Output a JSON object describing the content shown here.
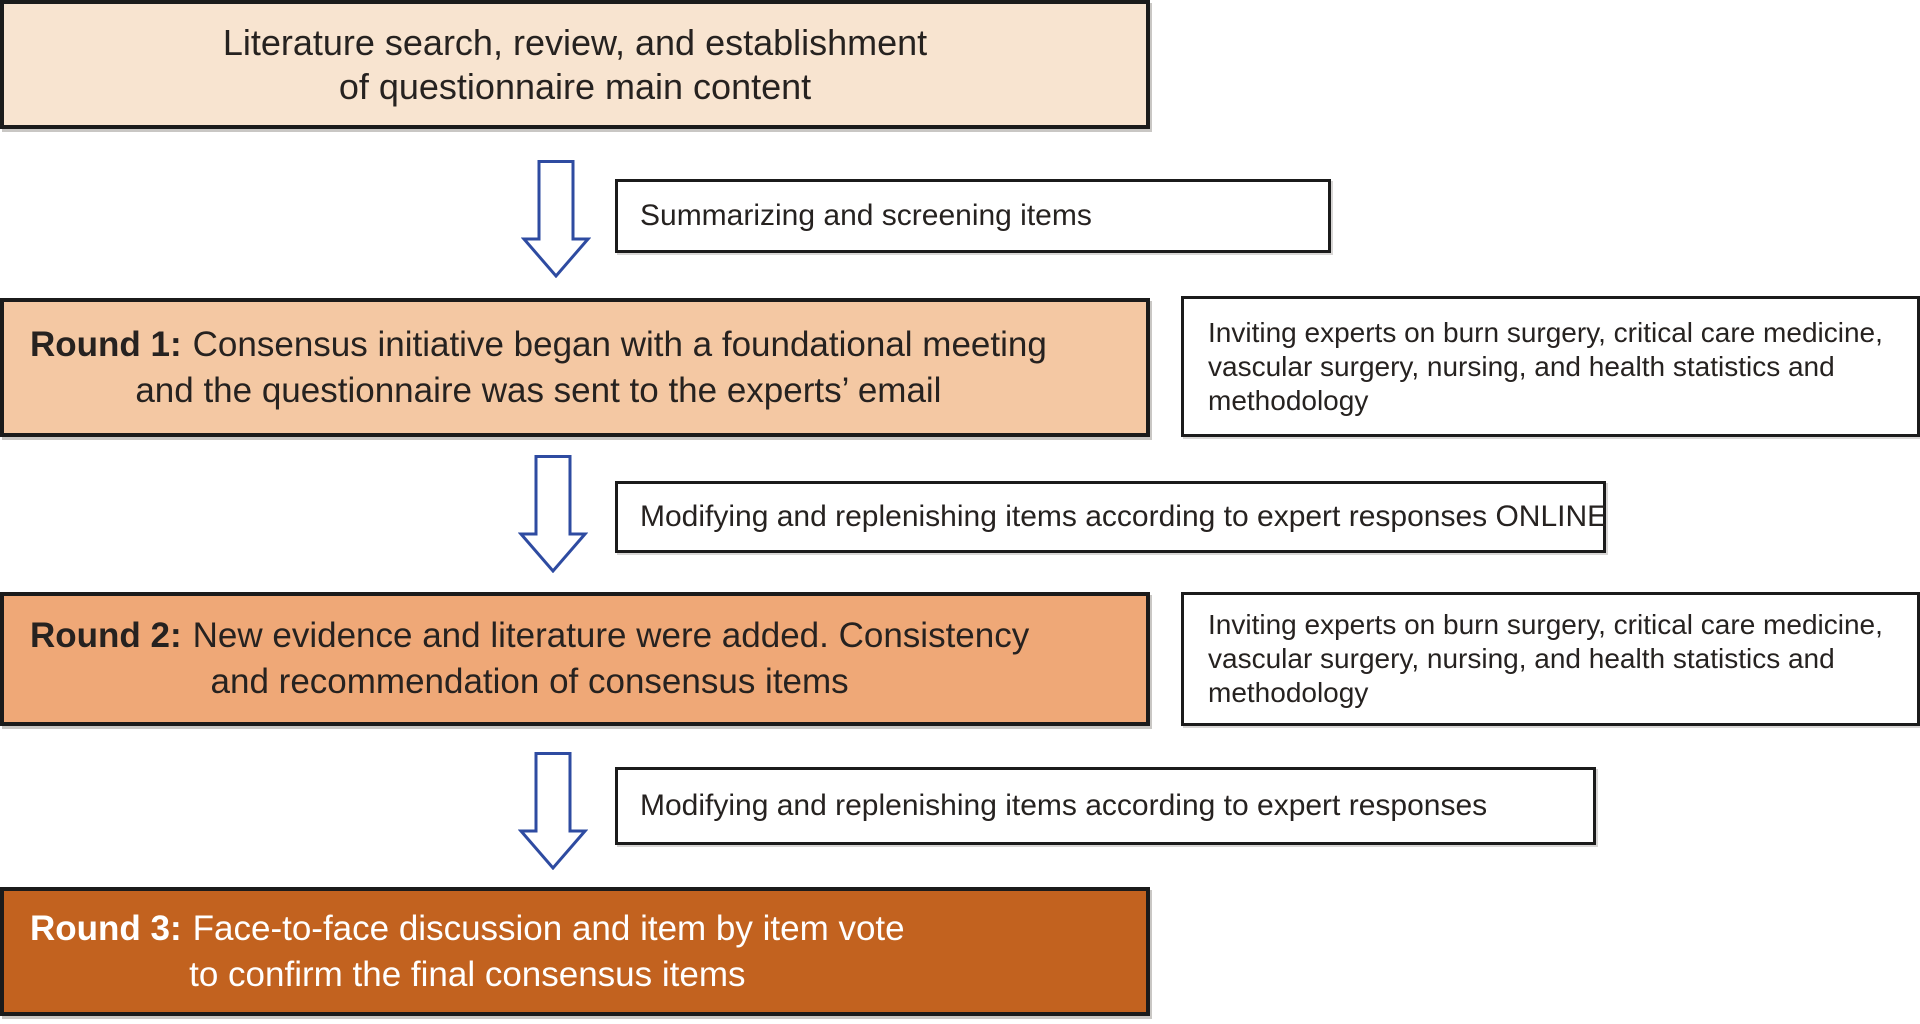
{
  "colors": {
    "start_fill": "#F8E4D0",
    "round1_fill": "#F4C8A3",
    "round2_fill": "#EFA877",
    "round3_fill": "#C2621F",
    "arrow_stroke": "#2E4BA1",
    "border": "#1B1B1B",
    "text_dark": "#262220",
    "text_light": "#FFFFFF",
    "process_fill": "#FFFFFF"
  },
  "flow": {
    "start": {
      "line1": "Literature search, review, and establishment",
      "line2": "of questionnaire main content"
    },
    "process1": {
      "text": "Summarizing and screening items"
    },
    "round1": {
      "label": "Round 1:",
      "line1": "Consensus initiative began with a foundational meeting",
      "line2": "and the questionnaire was sent to the experts’ email"
    },
    "note1": {
      "text": "Inviting experts on burn surgery, critical care medicine,\nvascular surgery, nursing, and health statistics and\nmethodology"
    },
    "process2": {
      "text": "Modifying and replenishing items according to expert responses ONLINE"
    },
    "round2": {
      "label": "Round 2:",
      "line1": "New evidence and literature were added. Consistency",
      "line2": "and recommendation of consensus items"
    },
    "note2": {
      "text": "Inviting experts on burn surgery, critical care medicine,\nvascular surgery, nursing, and health statistics and\nmethodology"
    },
    "process3": {
      "text": "Modifying and replenishing items according to expert responses"
    },
    "round3": {
      "label": "Round 3:",
      "line1": "Face-to-face discussion and item by item vote",
      "line2": "to confirm the final consensus items"
    }
  }
}
